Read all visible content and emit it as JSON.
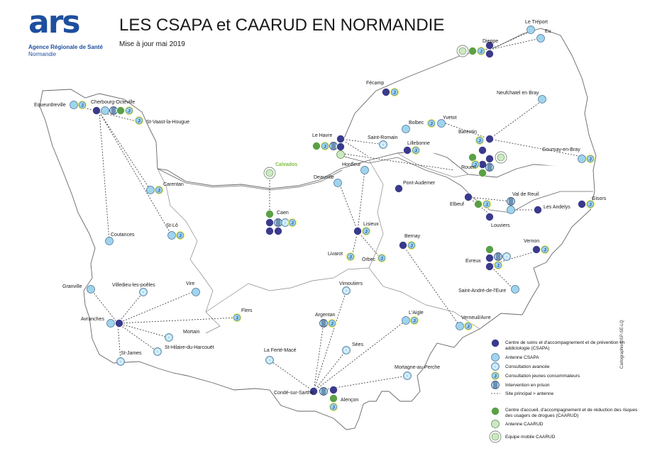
{
  "header": {
    "logo_text": "ars",
    "logo_line1": "Agence Régionale de Santé",
    "logo_line2": "Normandie",
    "title": "LES CSAPA et CAARUD EN NORMANDIE",
    "subtitle": "Mise à jour mai 2019"
  },
  "credit": "Cartographie DSP-SE-LQ",
  "colors": {
    "csapa": "#3a3a8c",
    "antenne_csapa": "#9fd4ee",
    "consultation_avancee": "#b3def2",
    "consultation_jeunes": "#2a6fb6",
    "jeunes_halo": "#f3f07a",
    "prison": "#a7d4ec",
    "caarud": "#5aa046",
    "antenne_caarud": "#cde8c4",
    "coast": "#555555",
    "border": "#888888"
  },
  "legend": [
    {
      "key": "csapa",
      "label": "Centre de soins et d'accompagnement et de prévention en addictologie (CSAPA)"
    },
    {
      "key": "antenne_csapa",
      "label": "Antenne CSAPA"
    },
    {
      "key": "consultation_avancee",
      "label": "Consultation avancée"
    },
    {
      "key": "consultation_jeunes",
      "label": "Consultation jeunes consommateurs",
      "glyph": "J"
    },
    {
      "key": "prison",
      "label": "Intervention en prison"
    },
    {
      "key": "link",
      "label": "Site principal > antenne"
    },
    {
      "key": "caarud",
      "label": "Centre d'accueil, d'accompagnement et de réduction des risques des usagers de drogues (CAARUD)"
    },
    {
      "key": "antenne_caarud",
      "label": "Antenne CAARUD"
    },
    {
      "key": "mobile_caarud",
      "label": "Equipe mobile CAARUD"
    }
  ],
  "places": [
    {
      "name": "Le Tréport"
    },
    {
      "name": "Eu"
    },
    {
      "name": "Dieppe"
    },
    {
      "name": "Fécamp"
    },
    {
      "name": "Neufchatel en Bray"
    },
    {
      "name": "Yvetot"
    },
    {
      "name": "Bolbec"
    },
    {
      "name": "Barentin"
    },
    {
      "name": "Saint-Romain"
    },
    {
      "name": "Lillebonne"
    },
    {
      "name": "Le Havre"
    },
    {
      "name": "Honfleur"
    },
    {
      "name": "Rouen"
    },
    {
      "name": "Gournay-en-Bray"
    },
    {
      "name": "Deauville"
    },
    {
      "name": "Pont-Audemer"
    },
    {
      "name": "Val de Reuil"
    },
    {
      "name": "Elbeuf"
    },
    {
      "name": "Gisors"
    },
    {
      "name": "Les Andelys"
    },
    {
      "name": "Louviers"
    },
    {
      "name": "Calvados"
    },
    {
      "name": "Caen"
    },
    {
      "name": "Lisieux"
    },
    {
      "name": "Bernay"
    },
    {
      "name": "Vernon"
    },
    {
      "name": "Livarot"
    },
    {
      "name": "Orbec"
    },
    {
      "name": "Evreux"
    },
    {
      "name": "Saint-André-de-l'Eure"
    },
    {
      "name": "Equeurdreville"
    },
    {
      "name": "Cherbourg-Octeville"
    },
    {
      "name": "St-Vaast-la-Hougue"
    },
    {
      "name": "Carentan"
    },
    {
      "name": "St-Lô"
    },
    {
      "name": "Coutances"
    },
    {
      "name": "Granville"
    },
    {
      "name": "Villedieu-les-poêles"
    },
    {
      "name": "Vire"
    },
    {
      "name": "Avranches"
    },
    {
      "name": "Flers"
    },
    {
      "name": "Mortain"
    },
    {
      "name": "St-Hilaire-du-Harcouët"
    },
    {
      "name": "St-James"
    },
    {
      "name": "Vimoutiers"
    },
    {
      "name": "Argentan"
    },
    {
      "name": "L'Aigle"
    },
    {
      "name": "Verneuil/Avre"
    },
    {
      "name": "Sées"
    },
    {
      "name": "La Ferté-Macé"
    },
    {
      "name": "Mortagne-au-Perche"
    },
    {
      "name": "Condé-sur-Sarthe"
    },
    {
      "name": "Alençon"
    }
  ]
}
